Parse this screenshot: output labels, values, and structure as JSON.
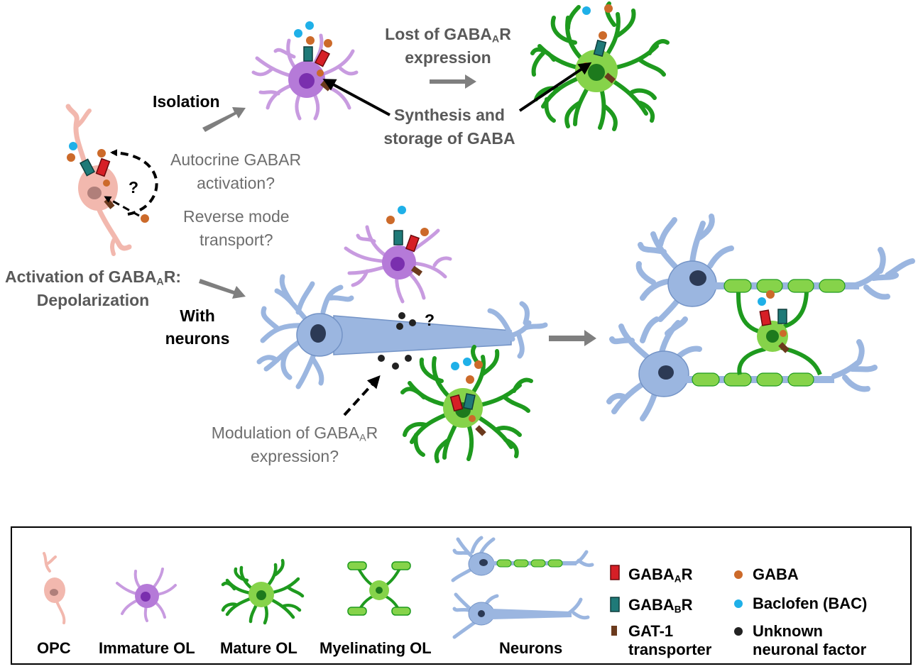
{
  "labels": {
    "isolation": "Isolation",
    "autocrine_1": "Autocrine GABAR",
    "autocrine_2": "activation?",
    "reverse_1": "Reverse mode",
    "reverse_2": "transport?",
    "activation_1": "Activation of GABA",
    "activation_sub": "A",
    "activation_1_end": "R:",
    "activation_2": "Depolarization",
    "lost_1": "Lost of GABA",
    "lost_sub": "A",
    "lost_1_end": "R",
    "lost_2": "expression",
    "synthesis_1": "Synthesis and",
    "synthesis_2": "storage of GABA",
    "with_1": "With",
    "with_2": "neurons",
    "question": "?",
    "modulation_1": "Modulation of GABA",
    "modulation_sub": "A",
    "modulation_1_end": "R",
    "modulation_2": "expression?"
  },
  "legend": {
    "opc": "OPC",
    "immature": "Immature OL",
    "mature": "Mature OL",
    "myelinating": "Myelinating OL",
    "neurons": "Neurons",
    "gabaar": "GABA",
    "gabaar_sub": "A",
    "gabaar_end": "R",
    "gababr": "GABA",
    "gababr_sub": "B",
    "gababr_end": "R",
    "gat1_1": "GAT-1",
    "gat1_2": "transporter",
    "gaba": "GABA",
    "baclofen": "Baclofen (BAC)",
    "unknown_1": "Unknown",
    "unknown_2": "neuronal factor"
  },
  "colors": {
    "opc": "#f2b8ae",
    "opc_nucleus": "#b07f7a",
    "immature": "#c89be0",
    "immature_body": "#b57ad8",
    "immature_nucleus": "#7a2fae",
    "mature": "#1e9a1e",
    "mature_body": "#86d34a",
    "mature_nucleus": "#1d7a1d",
    "neuron": "#9bb6e0",
    "neuron_stroke": "#7393c6",
    "neuron_nucleus": "#2c3a55",
    "myelin": "#86d34a",
    "gabaar": "#d61f26",
    "gababr": "#1f7a78",
    "gat1": "#6b3a1d",
    "gaba": "#cc6a2a",
    "baclofen": "#1fb0e8",
    "unknown": "#222222",
    "arrow_gray": "#7f7f7f"
  },
  "icons": {
    "opc": "opc-cell-icon",
    "immature": "immature-ol-icon",
    "mature": "mature-ol-icon",
    "myelinating": "myelinating-ol-icon",
    "neurons": "neurons-icon"
  }
}
